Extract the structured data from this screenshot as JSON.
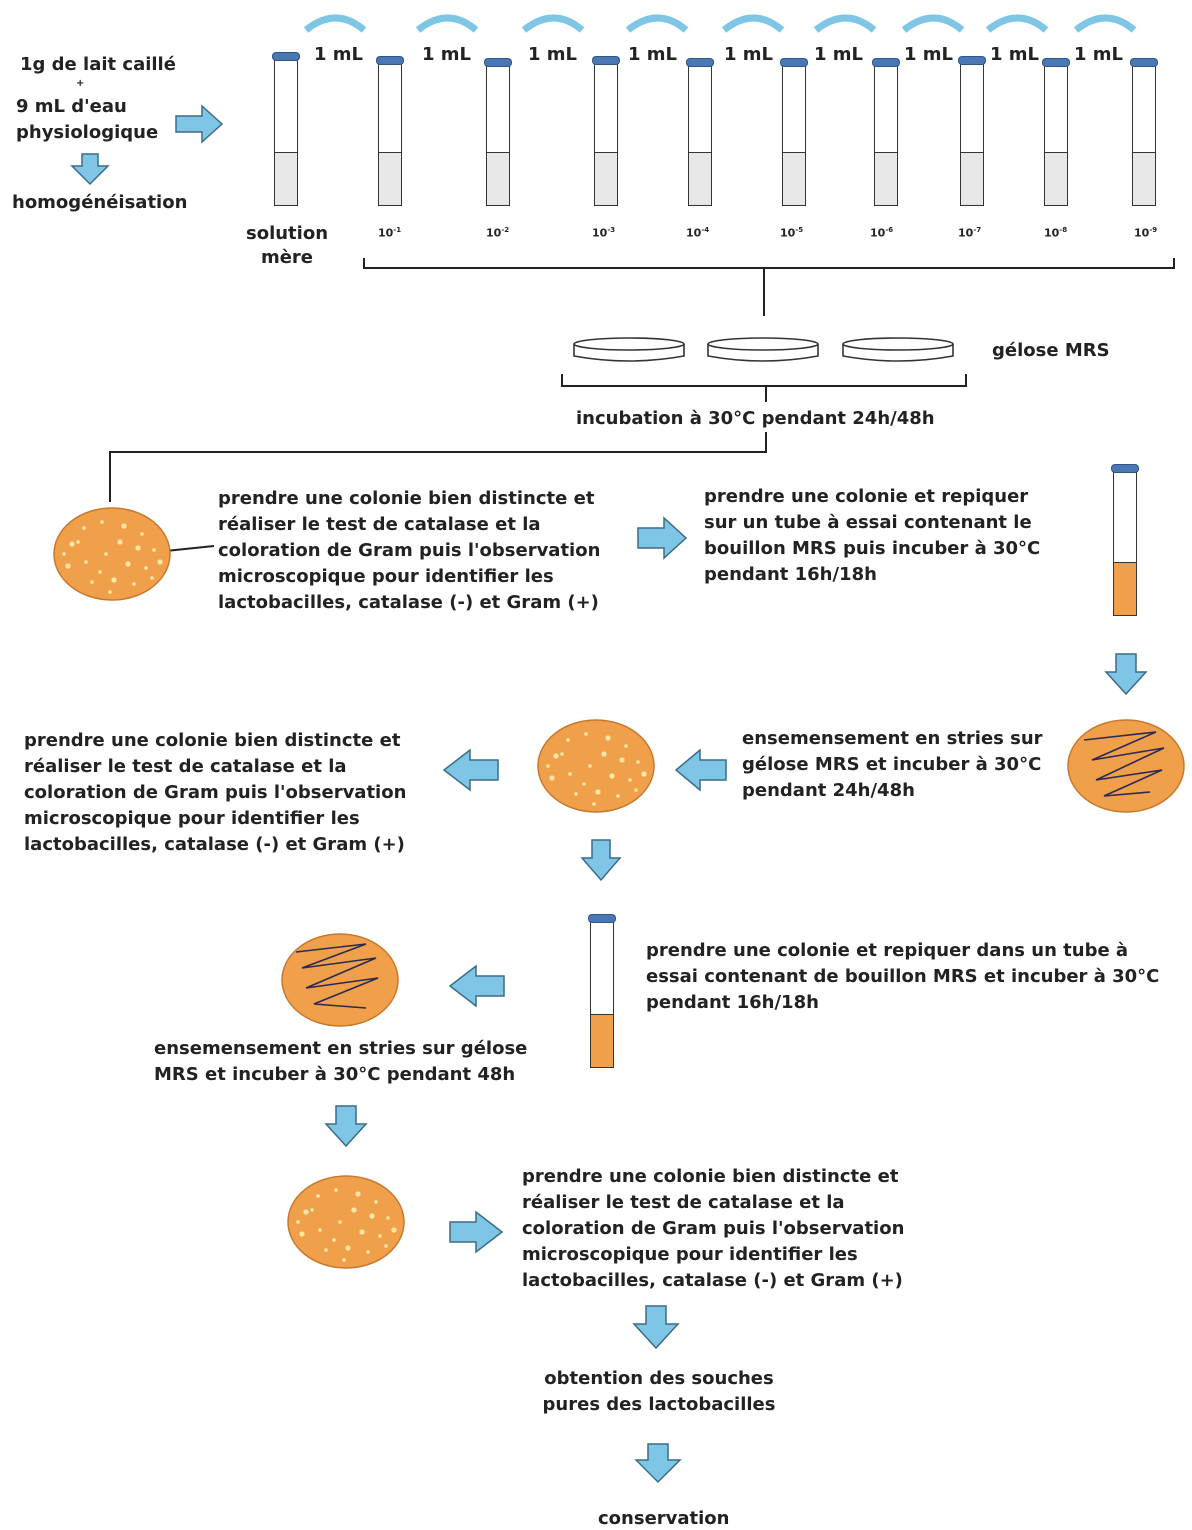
{
  "colors": {
    "arrow_fill": "#7fc6e6",
    "arrow_stroke": "#3b6c86",
    "plate_orange": "#f0a04b",
    "tube_cap": "#4a78b5",
    "tube_liquid_light": "#e8e8e8",
    "tube_liquid_orange": "#f0a04b"
  },
  "start": {
    "line1": "1g de lait caillé",
    "plus": "+",
    "line2": "9 mL d'eau",
    "line3": "physiologique",
    "homog": "homogénéisation"
  },
  "dilution": {
    "transfer_label": "1 mL",
    "mother_label": "solution\nmère",
    "exp_base": "10",
    "exponents": [
      "-1",
      "-2",
      "-3",
      "-4",
      "-5",
      "-6",
      "-7",
      "-8",
      "-9"
    ]
  },
  "agar": {
    "label": "gélose MRS",
    "incubation": "incubation à 30°C pendant 24h/48h"
  },
  "steps": {
    "identify_text": "prendre une colonie bien distincte et\nréaliser le test de catalase et la\ncoloration de Gram puis l'observation\nmicroscopique pour identifier les\nlactobacilles, catalase (-) et Gram (+)",
    "subculture_text": "prendre une colonie et repiquer\nsur un tube à essai contenant le\nbouillon MRS puis incuber à 30°C\npendant 16h/18h",
    "streak_text": "ensemensement en stries sur\ngélose MRS et incuber à 30°C\npendant 24h/48h",
    "subculture2_text": "prendre une colonie et repiquer dans un tube à\nessai contenant de bouillon MRS et incuber à 30°C\npendant 16h/18h",
    "streak2_text": "ensemensement en stries sur gélose\nMRS et incuber à 30°C pendant 48h",
    "pure_text": "obtention des souches\npures des lactobacilles",
    "conservation": "conservation"
  }
}
